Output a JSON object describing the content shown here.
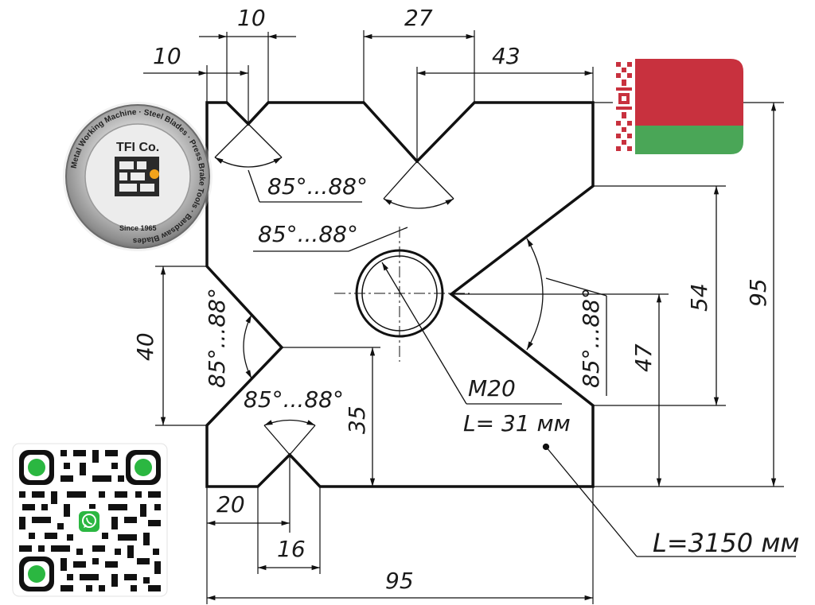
{
  "drawing": {
    "dimensions": {
      "top_left_outer": "10",
      "top_left_inner": "10",
      "top_center": "27",
      "top_right": "43",
      "left": "40",
      "right_54": "54",
      "right_95": "95",
      "right_47": "47",
      "center_35": "35",
      "bottom_20": "20",
      "bottom_16": "16",
      "bottom_95": "95"
    },
    "angles": {
      "top_left": "85°...88°",
      "top_center": "85°...88°",
      "left": "85°...88°",
      "bottom": "85°...88°",
      "right": "85°...88°"
    },
    "hole": {
      "thread": "M20",
      "length": "L= 31 мм"
    },
    "total_length": "L=3150 мм"
  },
  "logo": {
    "company": "TFI Co.",
    "ring_text": "Metal Working Machine · Steel Blades · Press Brake Tools · Bandsaw Blades",
    "since": "Since 1965"
  },
  "flag": {
    "country": "Belarus",
    "colors": {
      "red": "#c8313e",
      "green": "#4aa657",
      "ornament": "#c8313e"
    }
  },
  "qr": {
    "badge_icon": "whatsapp-icon",
    "accent": "#2bb741"
  }
}
